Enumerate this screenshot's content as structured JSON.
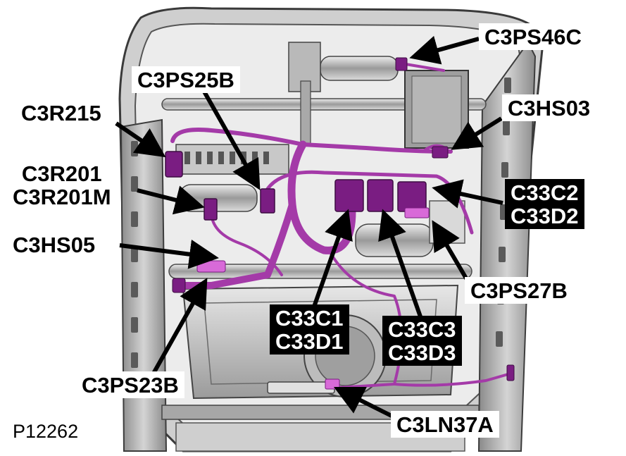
{
  "figure_id": "P12262",
  "colors": {
    "harness": "#a43aa8",
    "connector": "#7a1d82",
    "connector_pink": "#d86ad8",
    "frame": "#6c6c6c",
    "frame_light": "#bdbdbd",
    "callout_dark_bg": "#000000",
    "callout_light_bg": "#ffffff"
  },
  "callouts": {
    "c3ps46c": "C3PS46C",
    "c3ps25b": "C3PS25B",
    "c3r215": "C3R215",
    "c3hs03": "C3HS03",
    "c3r201_line1": "C3R201",
    "c3r201_line2": "C3R201M",
    "c33c2_line1": "C33C2",
    "c33c2_line2": "C33D2",
    "c3hs05": "C3HS05",
    "c3ps27b": "C3PS27B",
    "c33c1_line1": "C33C1",
    "c33c1_line2": "C33D1",
    "c33c3_line1": "C33C3",
    "c33c3_line2": "C33D3",
    "c3ps23b": "C3PS23B",
    "c3ln37a": "C3LN37A"
  }
}
